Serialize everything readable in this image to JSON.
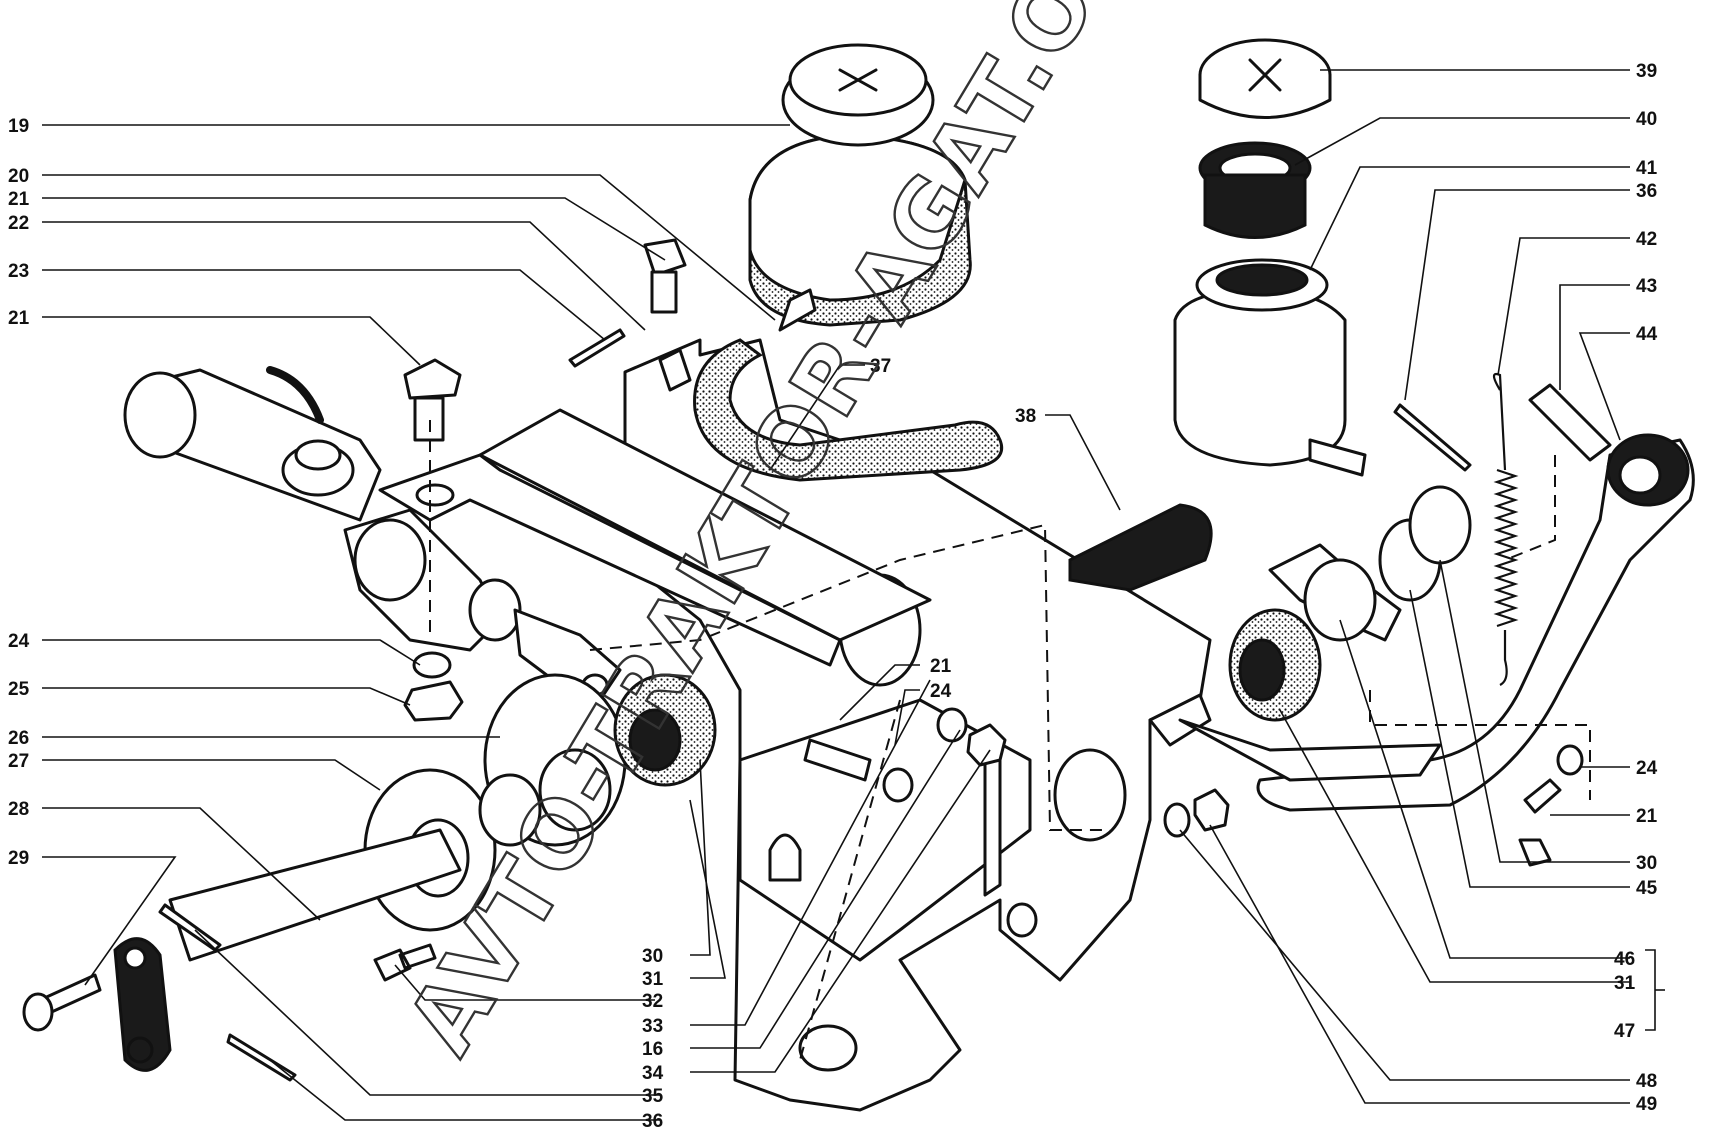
{
  "watermark": "AVTO-TRAKTOR-AGAT.ONLINE",
  "callouts_left": [
    {
      "id": "c19",
      "label": "19"
    },
    {
      "id": "c20",
      "label": "20"
    },
    {
      "id": "c21a",
      "label": "21"
    },
    {
      "id": "c22",
      "label": "22"
    },
    {
      "id": "c23",
      "label": "23"
    },
    {
      "id": "c21b",
      "label": "21"
    },
    {
      "id": "c24a",
      "label": "24"
    },
    {
      "id": "c25",
      "label": "25"
    },
    {
      "id": "c26",
      "label": "26"
    },
    {
      "id": "c27",
      "label": "27"
    },
    {
      "id": "c28",
      "label": "28"
    },
    {
      "id": "c29",
      "label": "29"
    }
  ],
  "callouts_right": [
    {
      "id": "c39",
      "label": "39"
    },
    {
      "id": "c40",
      "label": "40"
    },
    {
      "id": "c41",
      "label": "41"
    },
    {
      "id": "c36a",
      "label": "36"
    },
    {
      "id": "c42",
      "label": "42"
    },
    {
      "id": "c43",
      "label": "43"
    },
    {
      "id": "c44",
      "label": "44"
    },
    {
      "id": "c24b",
      "label": "24"
    },
    {
      "id": "c21c",
      "label": "21"
    },
    {
      "id": "c30a",
      "label": "30"
    },
    {
      "id": "c45",
      "label": "45"
    },
    {
      "id": "c46",
      "label": "46"
    },
    {
      "id": "c31a",
      "label": "31"
    },
    {
      "id": "c47",
      "label": "47"
    },
    {
      "id": "c48",
      "label": "48"
    },
    {
      "id": "c49",
      "label": "49"
    }
  ],
  "callouts_bottom": [
    {
      "id": "c30b",
      "label": "30"
    },
    {
      "id": "c31b",
      "label": "31"
    },
    {
      "id": "c32",
      "label": "32"
    },
    {
      "id": "c33",
      "label": "33"
    },
    {
      "id": "c16",
      "label": "16"
    },
    {
      "id": "c34",
      "label": "34"
    },
    {
      "id": "c35",
      "label": "35"
    },
    {
      "id": "c36b",
      "label": "36"
    }
  ],
  "callouts_inner": [
    {
      "id": "c37",
      "label": "37"
    },
    {
      "id": "c38",
      "label": "38"
    },
    {
      "id": "c21d",
      "label": "21"
    },
    {
      "id": "c24c",
      "label": "24"
    }
  ]
}
